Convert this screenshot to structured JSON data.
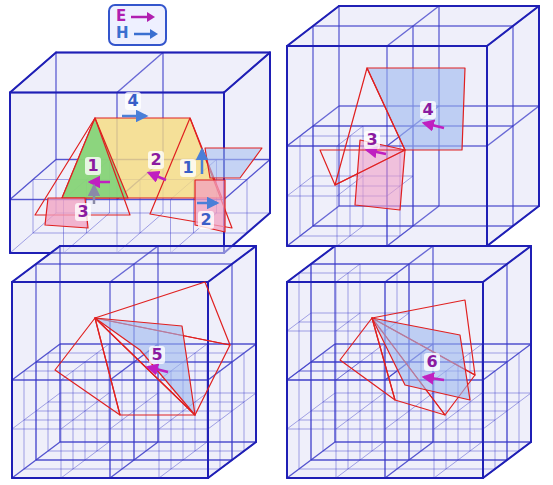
{
  "diagram": {
    "labels": [
      "4",
      "1",
      "2",
      "1",
      "3",
      "2",
      "4",
      "3",
      "5",
      "6"
    ],
    "legend": [
      {
        "text": "E"
      },
      {
        "text": "H"
      }
    ]
  }
}
